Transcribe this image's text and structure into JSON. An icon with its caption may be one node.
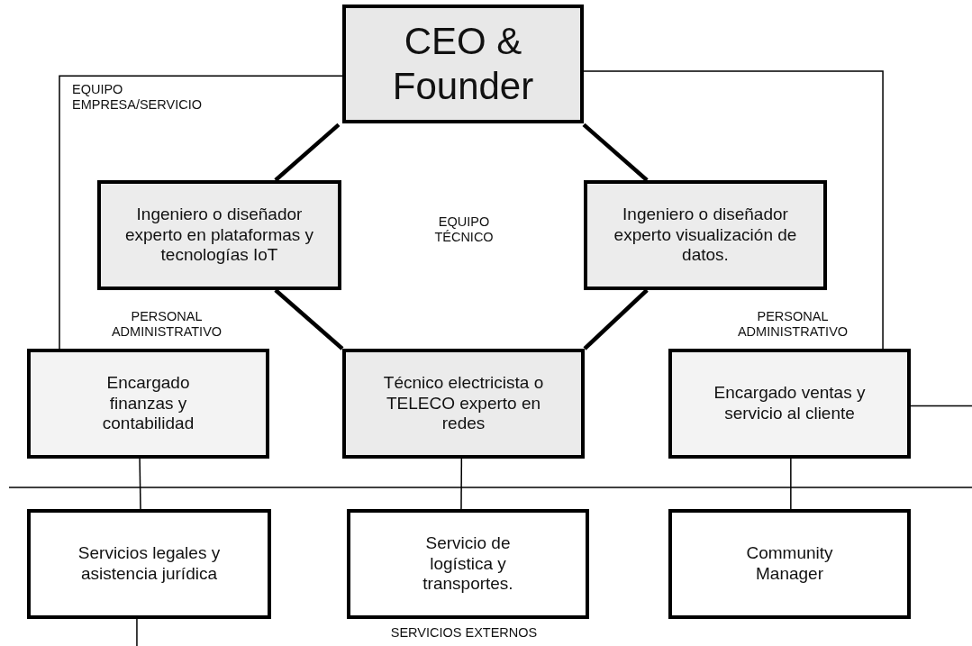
{
  "diagram": {
    "nodes": [
      {
        "text": [
          "CEO & Founder"
        ]
      },
      {
        "text": [
          "Ingeniero o diseñador experto en plataformas y tecnologías IoT"
        ]
      },
      {
        "text": [
          "Ingeniero o diseñador experto visualización de datos."
        ]
      },
      {
        "text": [
          "Encargado finanzas y contabilidad"
        ]
      },
      {
        "text": [
          "Técnico electricista o TELECO experto en redes"
        ]
      },
      {
        "text": [
          "Encargado ventas y servicio al cliente"
        ]
      },
      {
        "text": [
          "Servicios legales y asistencia jurídica"
        ]
      },
      {
        "text": [
          "Servicio de logística y transportes."
        ]
      },
      {
        "text": [
          "Community Manager"
        ]
      }
    ],
    "edges": [
      {
        "from": 0,
        "to": 1,
        "arrow": "none",
        "style": "thick"
      },
      {
        "from": 0,
        "to": 2,
        "arrow": "none",
        "style": "thick"
      },
      {
        "from": 1,
        "to": 4,
        "arrow": "none",
        "style": "thick"
      },
      {
        "from": 2,
        "to": 4,
        "arrow": "none",
        "style": "thick"
      },
      {
        "from": 0,
        "to": 3,
        "arrow": "none"
      },
      {
        "from": 0,
        "to": 5,
        "arrow": "none"
      },
      {
        "from": 3,
        "to": 6,
        "arrow": "none"
      },
      {
        "from": 4,
        "to": 7,
        "arrow": "none"
      },
      {
        "from": 5,
        "to": 8,
        "arrow": "none"
      },
      {
        "from": 5,
        "to": null,
        "arrow": "none"
      },
      {
        "from": 6,
        "to": null,
        "arrow": "none"
      }
    ],
    "labels": [
      "EQUIPO EMPRESA/SERVICIO",
      "EQUIPO TÉCNICO",
      "PERSONAL ADMINISTRATIVO",
      "PERSONAL ADMINISTRATIVO",
      "SERVICIOS EXTERNOS"
    ]
  }
}
